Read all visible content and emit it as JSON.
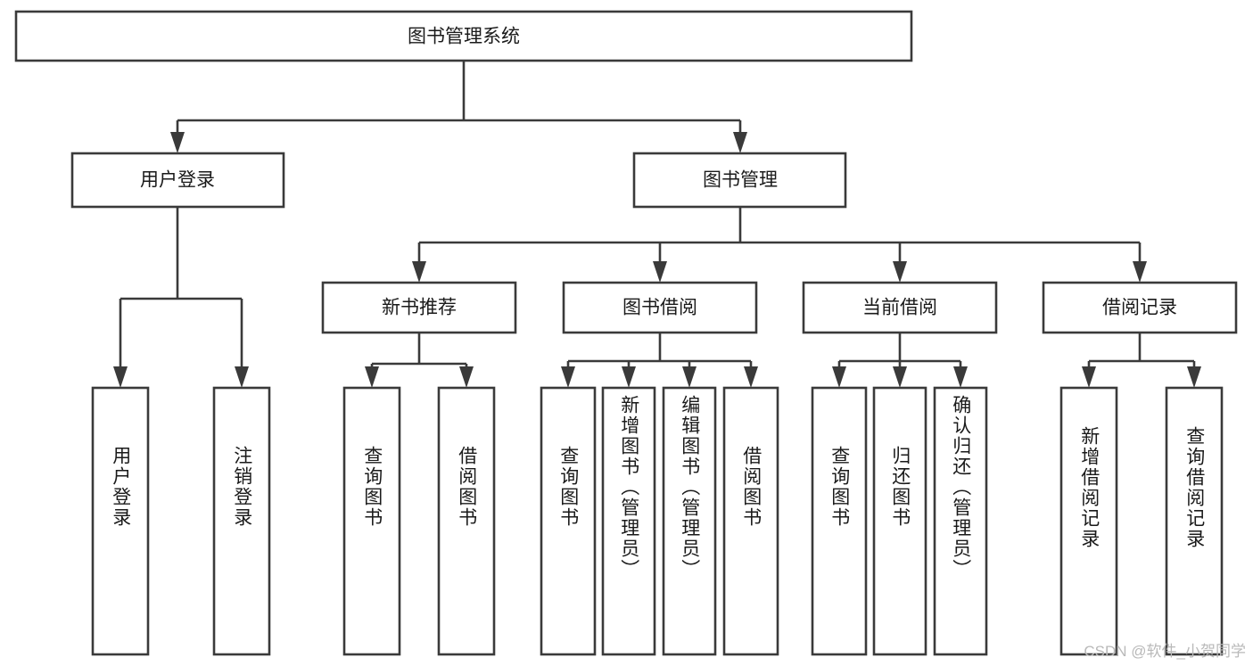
{
  "diagram": {
    "title": "图书管理系统",
    "type": "hierarchy-tree",
    "watermark": "CSDN @软件_小贺同学",
    "colors": {
      "background": "#ffffff",
      "box_stroke": "#3a3a3a",
      "box_fill": "#ffffff",
      "text": "#1a1a1a",
      "watermark_text": "#b9b9b9"
    },
    "root": {
      "label": "图书管理系统"
    },
    "level2": [
      {
        "label": "用户登录"
      },
      {
        "label": "图书管理"
      }
    ],
    "level3": [
      {
        "label": "新书推荐"
      },
      {
        "label": "图书借阅"
      },
      {
        "label": "当前借阅"
      },
      {
        "label": "借阅记录"
      }
    ],
    "leaves": {
      "user_login": [
        {
          "label": "用户登录"
        },
        {
          "label": "注销登录"
        }
      ],
      "new_book_recommend": [
        {
          "label": "查询图书"
        },
        {
          "label": "借阅图书"
        }
      ],
      "book_borrow": [
        {
          "label": "查询图书"
        },
        {
          "label": "新增图书（管理员）"
        },
        {
          "label": "编辑图书（管理员）"
        },
        {
          "label": "借阅图书"
        }
      ],
      "current_borrow": [
        {
          "label": "查询图书"
        },
        {
          "label": "归还图书"
        },
        {
          "label": "确认归还（管理员）"
        }
      ],
      "borrow_record": [
        {
          "label": "新增借阅记录"
        },
        {
          "label": "查询借阅记录"
        }
      ]
    }
  }
}
